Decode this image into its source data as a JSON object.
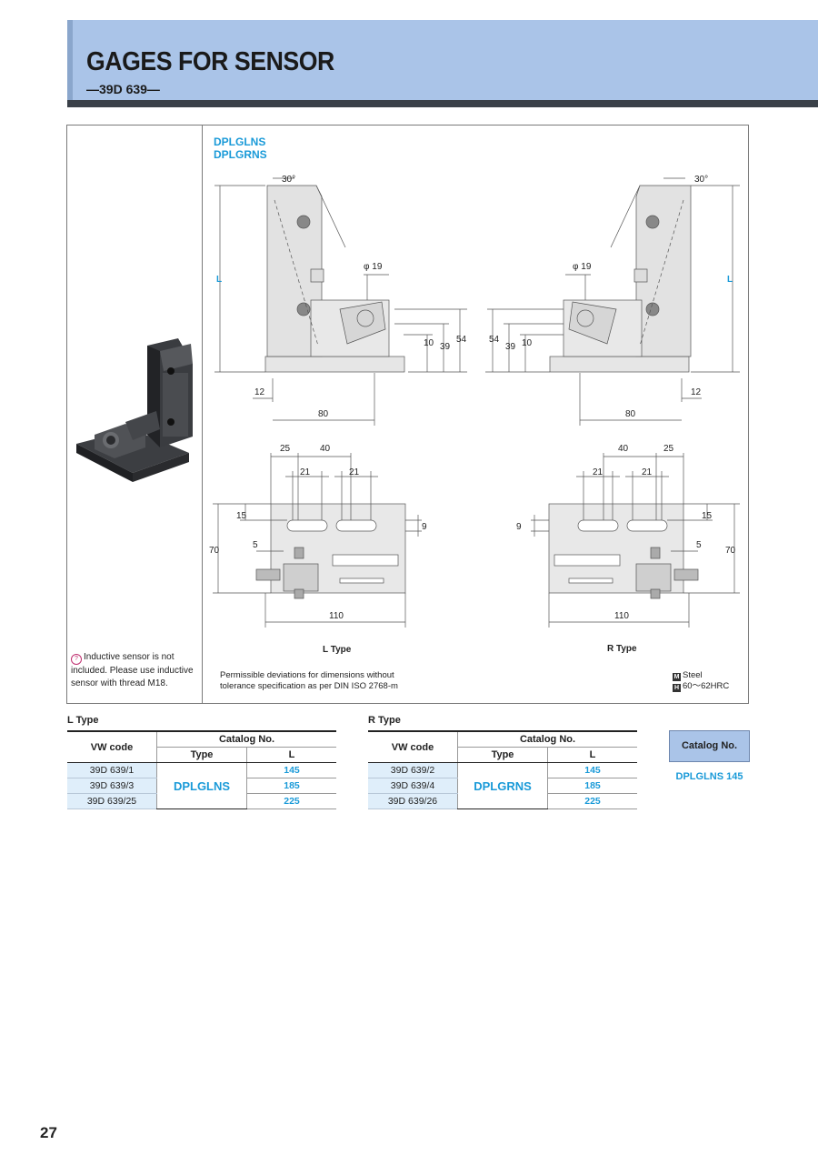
{
  "header": {
    "title": "GAGES FOR SENSOR",
    "subtitle": "—39D 639—"
  },
  "models": [
    "DPLGLNS",
    "DPLGRNS"
  ],
  "note": {
    "icon": "info-circle-icon",
    "text": "Inductive sensor is not included. Please use inductive sensor with thread M18."
  },
  "drawing": {
    "angle": "30°",
    "length": "L",
    "diameter": "φ 19",
    "dims": {
      "d54": "54",
      "d39": "39",
      "d10": "10",
      "d12": "12",
      "d80": "80",
      "d25": "25",
      "d40": "40",
      "d21": "21",
      "d15": "15",
      "d9": "9",
      "d70": "70",
      "d5": "5",
      "d110": "110"
    },
    "l_type_label": "L Type",
    "r_type_label": "R Type"
  },
  "tolerance_note": "Permissible deviations for dimensions without tolerance specification as per DIN ISO 2768-m",
  "material": {
    "m_icon": "M",
    "m_text": "Steel",
    "h_icon": "H",
    "h_text": "60～62HRC"
  },
  "tables": {
    "headers": {
      "vw_code": "VW code",
      "catalog_no": "Catalog No.",
      "type": "Type",
      "l": "L"
    },
    "l_type": {
      "caption": "L Type",
      "type": "DPLGLNS",
      "rows": [
        {
          "code": "39D 639/1",
          "l": "145"
        },
        {
          "code": "39D 639/3",
          "l": "185"
        },
        {
          "code": "39D 639/25",
          "l": "225"
        }
      ]
    },
    "r_type": {
      "caption": "R Type",
      "type": "DPLGRNS",
      "rows": [
        {
          "code": "39D 639/2",
          "l": "145"
        },
        {
          "code": "39D 639/4",
          "l": "185"
        },
        {
          "code": "39D 639/26",
          "l": "225"
        }
      ]
    }
  },
  "catalog_box": {
    "label": "Catalog No.",
    "example": "DPLGLNS 145"
  },
  "page_number": "27",
  "colors": {
    "header_blue": "#aac4e8",
    "accent_blue": "#1a9ad8",
    "row_tint": "#dfeefa"
  }
}
